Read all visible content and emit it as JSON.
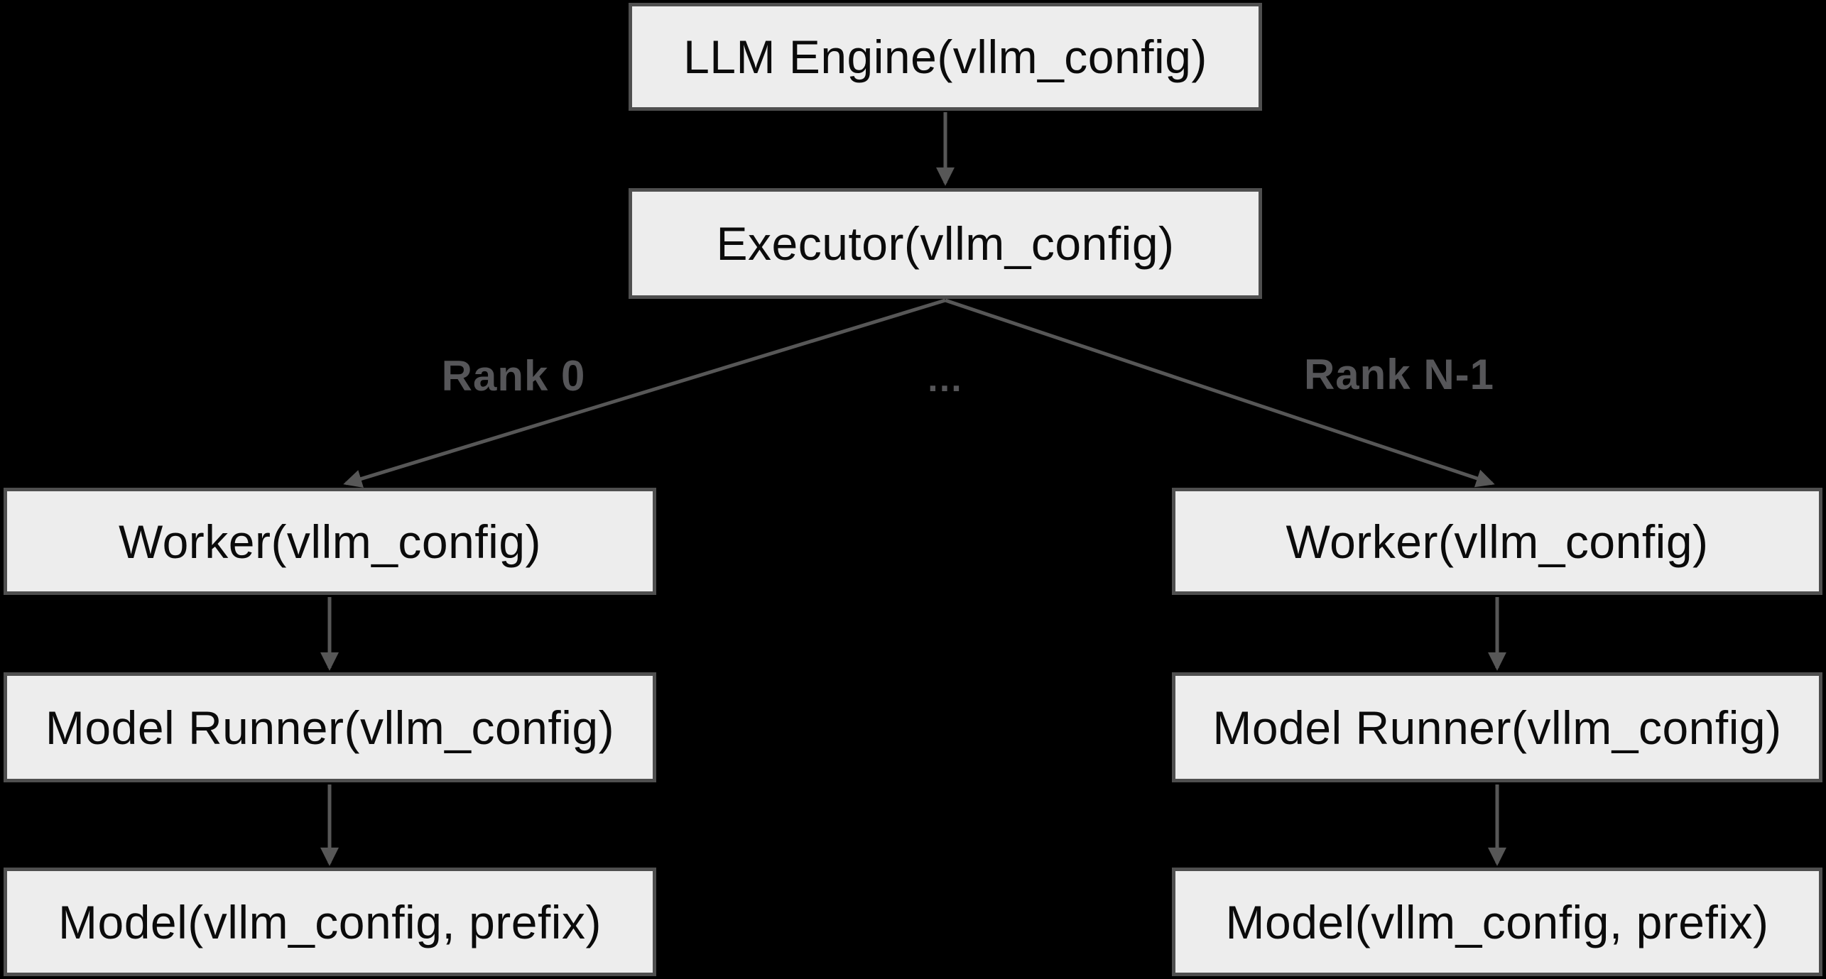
{
  "diagram": {
    "description": "vLLM engine architecture flow diagram",
    "colors": {
      "background": "#000000",
      "node_fill": "#ededed",
      "node_border": "#4f4f4f",
      "node_text": "#0b0b0b",
      "edge": "#575757",
      "edge_label_text": "#565659"
    }
  },
  "nodes": [
    {
      "id": "llm-engine",
      "label": "LLM Engine(vllm_config)"
    },
    {
      "id": "executor",
      "label": "Executor(vllm_config)"
    },
    {
      "id": "worker-left",
      "label": "Worker(vllm_config)"
    },
    {
      "id": "model-runner-left",
      "label": "Model Runner(vllm_config)"
    },
    {
      "id": "model-left",
      "label": "Model(vllm_config, prefix)"
    },
    {
      "id": "worker-right",
      "label": "Worker(vllm_config)"
    },
    {
      "id": "model-runner-right",
      "label": "Model Runner(vllm_config)"
    },
    {
      "id": "model-right",
      "label": "Model(vllm_config, prefix)"
    }
  ],
  "edge_labels": [
    {
      "id": "rank-0",
      "text": "Rank 0"
    },
    {
      "id": "ellipsis",
      "text": "…"
    },
    {
      "id": "rank-n-1",
      "text": "Rank N-1"
    }
  ]
}
